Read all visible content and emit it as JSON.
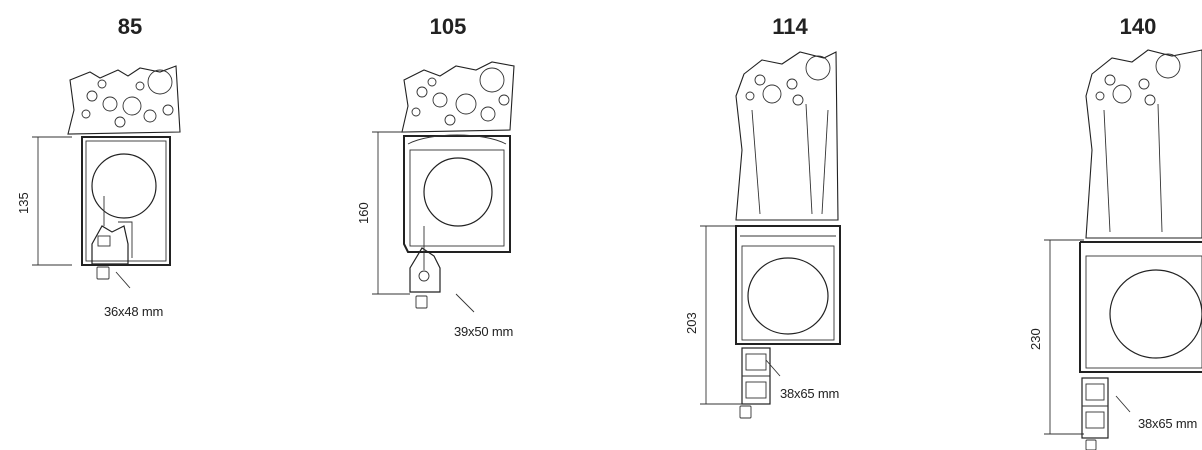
{
  "variants": [
    {
      "title": "85",
      "height_label": "135",
      "lath_label": "36x48 mm"
    },
    {
      "title": "105",
      "height_label": "160",
      "lath_label": "39x50 mm"
    },
    {
      "title": "114",
      "height_label": "203",
      "lath_label": "38x65 mm"
    },
    {
      "title": "140",
      "height_label": "230",
      "lath_label": "38x65 mm"
    }
  ]
}
